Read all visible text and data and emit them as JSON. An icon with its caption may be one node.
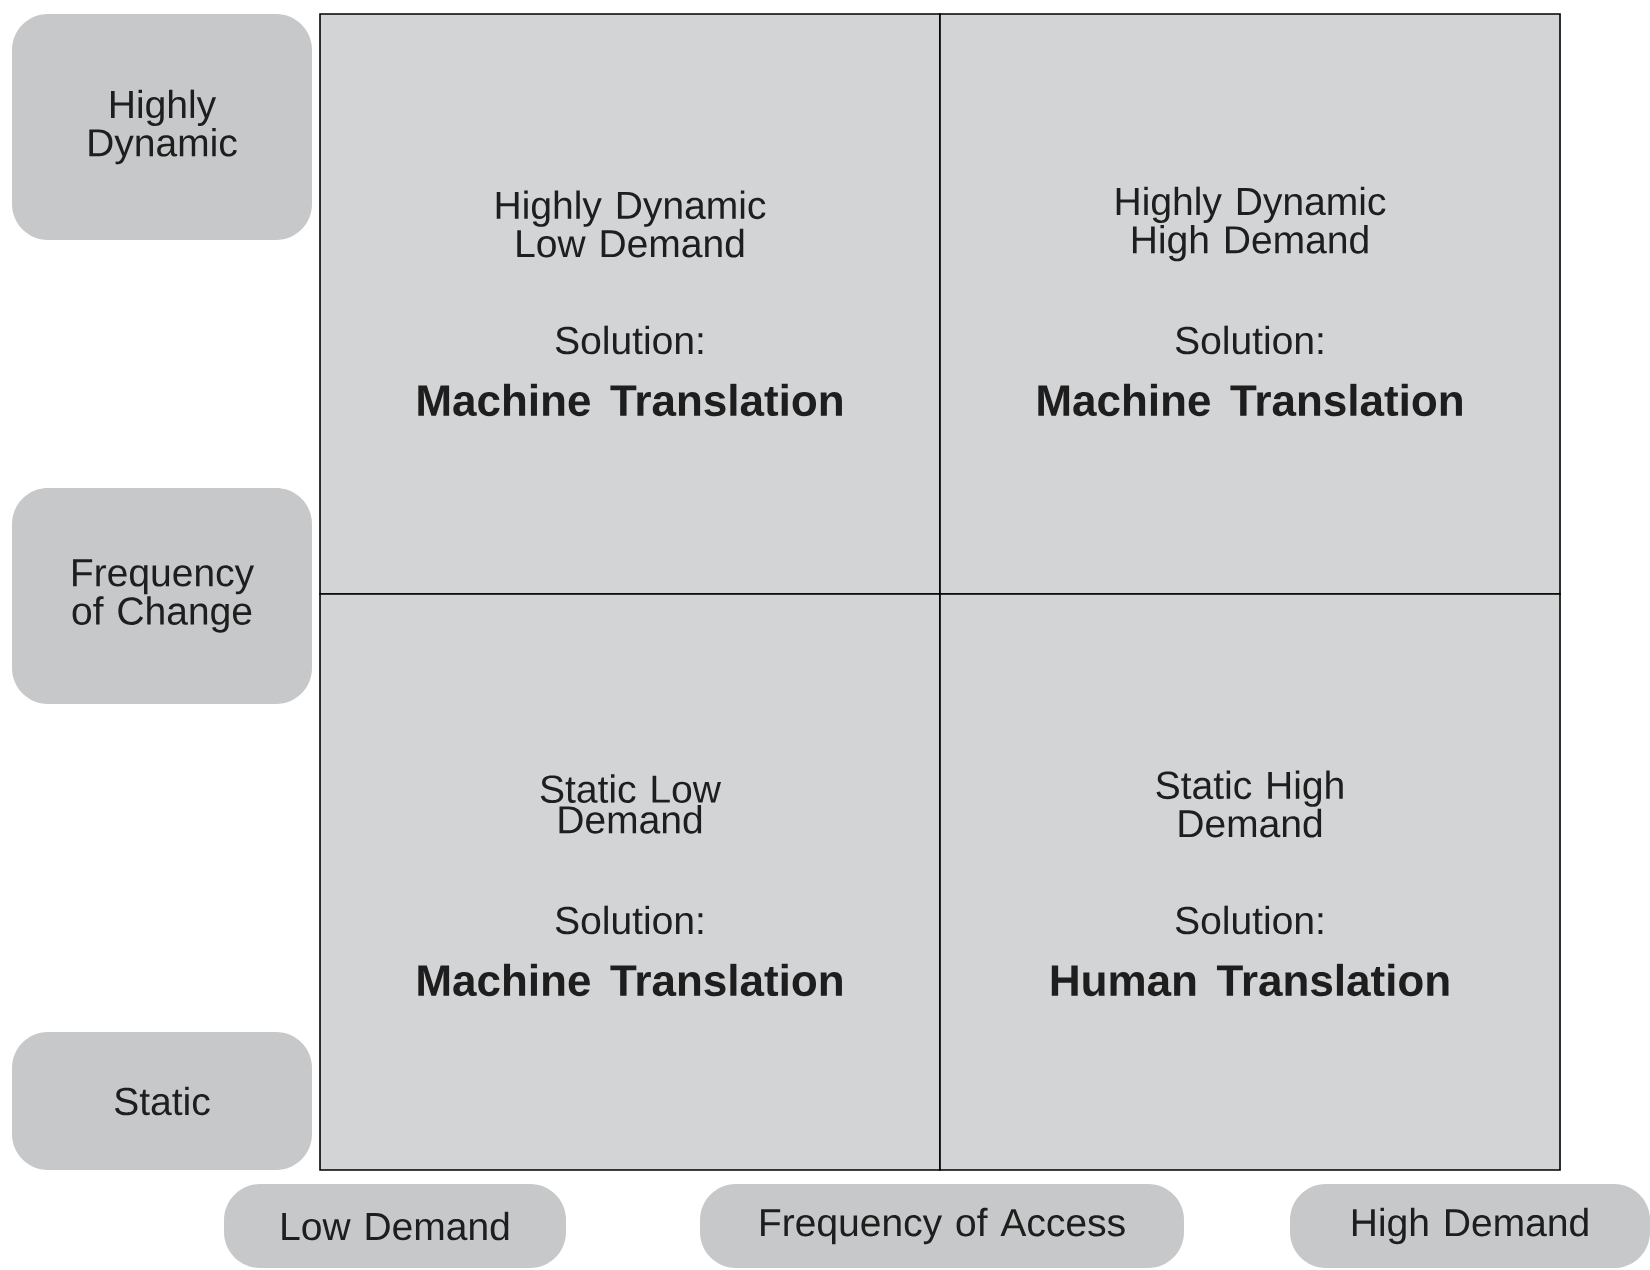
{
  "diagram": {
    "nodes": [
      {
        "text": [
          "Highly Dynamic Low Demand",
          "Solution:",
          "Machine Translation"
        ]
      },
      {
        "text": [
          "Highly Dynamic High Demand",
          "Solution:",
          "Machine Translation"
        ]
      },
      {
        "text": [
          "Static Low Demand",
          "Solution:",
          "Machine Translation"
        ]
      },
      {
        "text": [
          "Static High Demand",
          "Solution:",
          "Human Translation"
        ]
      },
      {
        "text": [
          "Highly Dynamic"
        ]
      },
      {
        "text": [
          "Frequency of Change"
        ]
      },
      {
        "text": [
          "Static"
        ]
      },
      {
        "text": [
          "Low Demand"
        ]
      },
      {
        "text": [
          "Frequency of Access"
        ]
      },
      {
        "text": [
          "High Demand"
        ]
      }
    ]
  }
}
